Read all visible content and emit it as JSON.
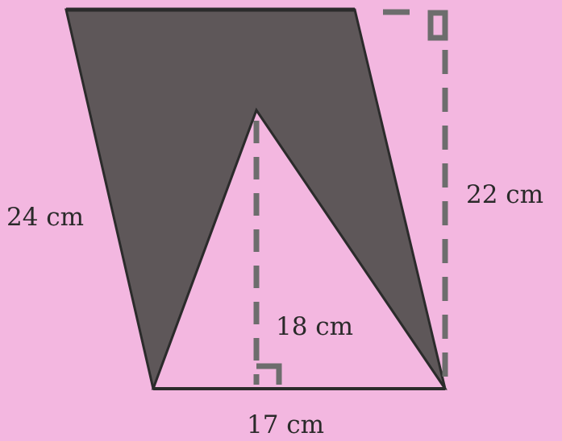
{
  "figure": {
    "labels": {
      "slanted_side": "24 cm",
      "height_parallelogram": "22 cm",
      "height_triangle": "18 cm",
      "base": "17 cm"
    },
    "colors": {
      "background": "#f3b7e0",
      "shaded_region": "#5e5759",
      "outline": "#2b2b2b",
      "dashed": "#6d6d6d"
    }
  }
}
